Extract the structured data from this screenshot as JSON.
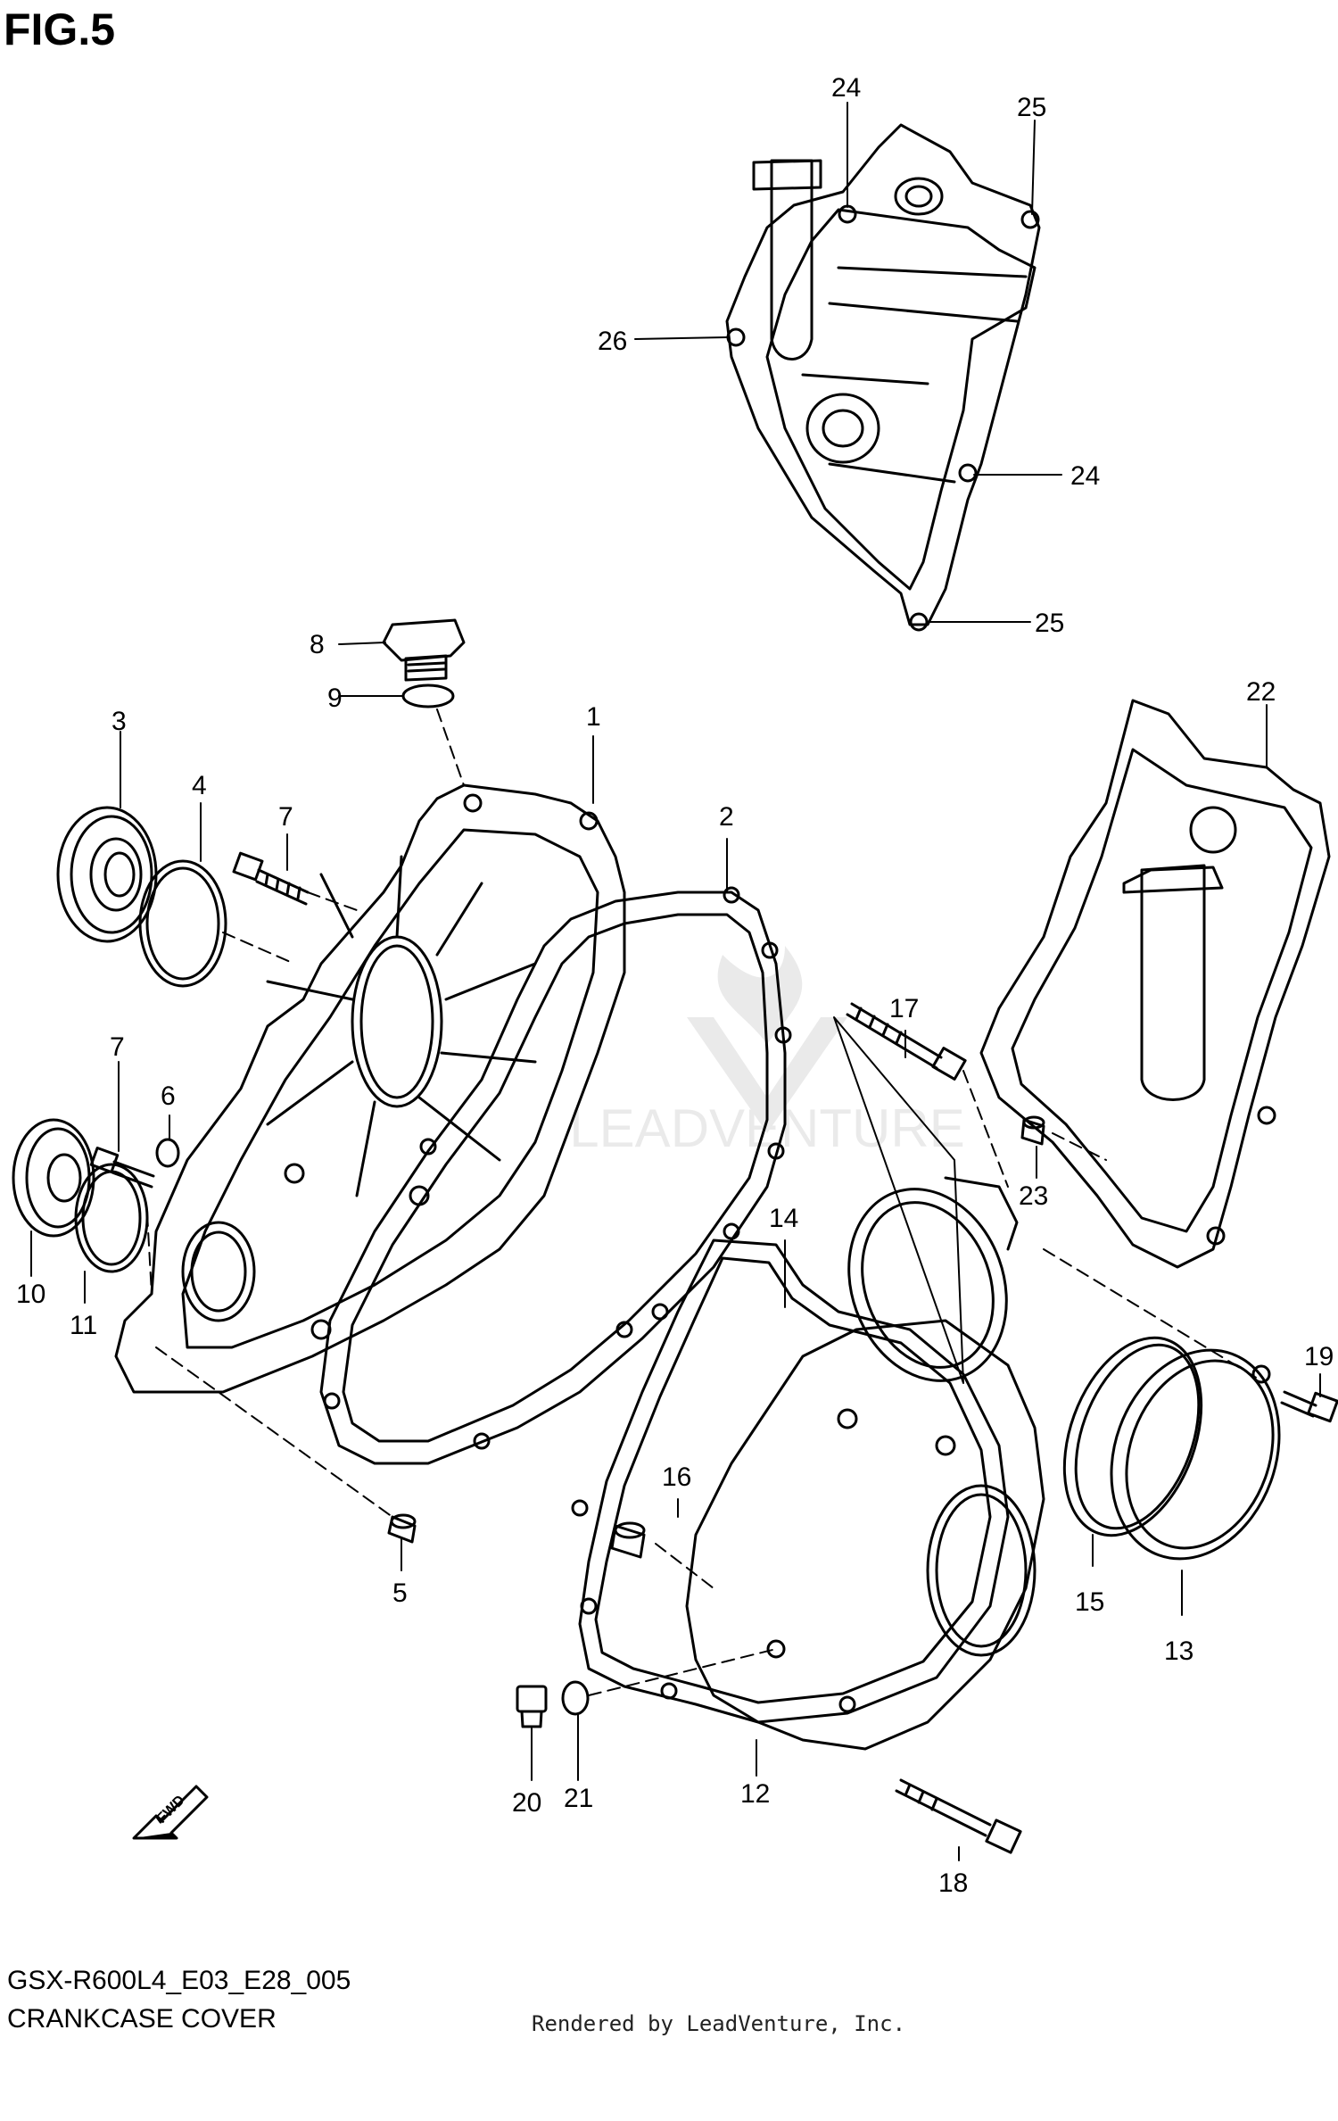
{
  "figure": {
    "title": "FIG.5"
  },
  "footer": {
    "model_code": "GSX-R600L4_E03_E28_005",
    "section_name": "CRANKCASE COVER",
    "credit": "Rendered by LeadVenture, Inc."
  },
  "watermark": {
    "text": "LEADVENTURE"
  },
  "direction_arrow": {
    "label": "FWD"
  },
  "callouts": {
    "c1": "1",
    "c2": "2",
    "c3": "3",
    "c4": "4",
    "c5": "5",
    "c6": "6",
    "c7a": "7",
    "c7b": "7",
    "c8": "8",
    "c9": "9",
    "c10": "10",
    "c11": "11",
    "c12": "12",
    "c13": "13",
    "c14": "14",
    "c15": "15",
    "c16": "16",
    "c17": "17",
    "c18": "18",
    "c19": "19",
    "c20": "20",
    "c21": "21",
    "c22": "22",
    "c23": "23",
    "c24a": "24",
    "c24b": "24",
    "c25a": "25",
    "c25b": "25",
    "c26": "26"
  },
  "colors": {
    "ink": "#000000",
    "background": "#ffffff"
  }
}
